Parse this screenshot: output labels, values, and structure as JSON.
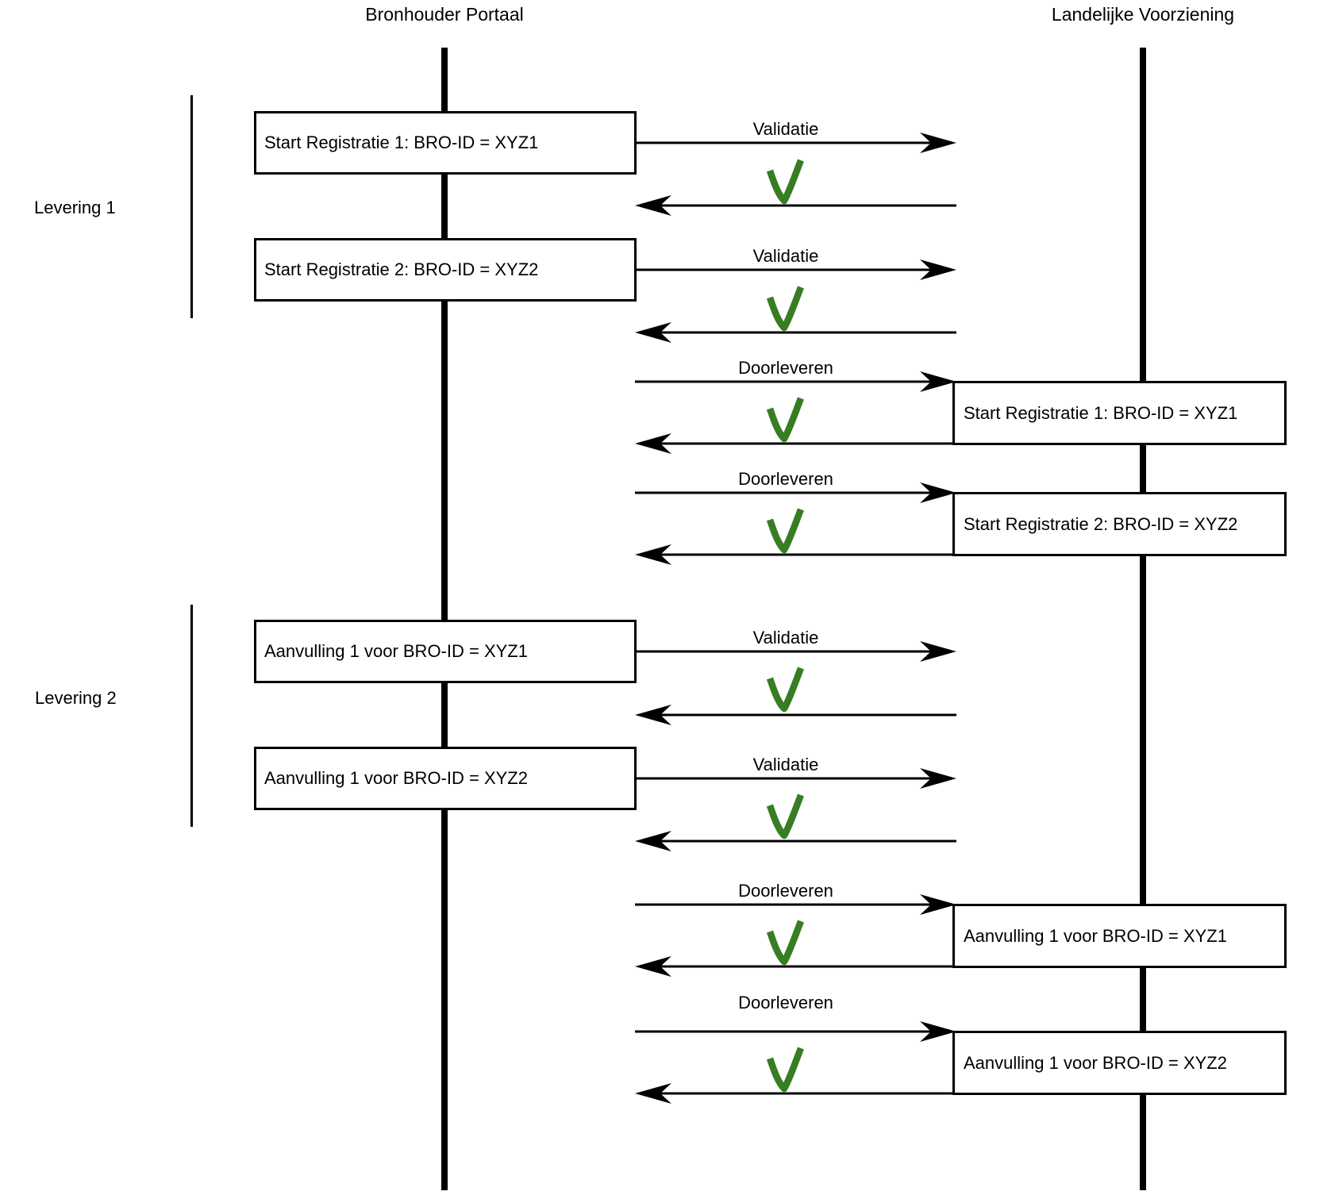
{
  "actors": [
    {
      "name": "Bronhouder Portaal"
    },
    {
      "name": "Landelijke Voorziening"
    }
  ],
  "groups": [
    {
      "label": "Levering 1"
    },
    {
      "label": "Levering 2"
    }
  ],
  "colors": {
    "check_green": "#377d22",
    "ink": "#000000",
    "background": "#ffffff"
  },
  "interactions": [
    {
      "label": "Validatie",
      "box": "Start Registratie 1: BRO-ID = XYZ1",
      "box_side": "bronhouder-portaal",
      "result_icon": "green-checkmark"
    },
    {
      "label": "Validatie",
      "box": "Start Registratie 2: BRO-ID = XYZ2",
      "box_side": "bronhouder-portaal",
      "result_icon": "green-checkmark"
    },
    {
      "label": "Doorleveren",
      "box": "Start Registratie 1: BRO-ID = XYZ1",
      "box_side": "landelijke-voorziening",
      "result_icon": "green-checkmark"
    },
    {
      "label": "Doorleveren",
      "box": "Start Registratie 2: BRO-ID = XYZ2",
      "box_side": "landelijke-voorziening",
      "result_icon": "green-checkmark"
    },
    {
      "label": "Validatie",
      "box": "Aanvulling 1 voor BRO-ID = XYZ1",
      "box_side": "bronhouder-portaal",
      "result_icon": "green-checkmark"
    },
    {
      "label": "Validatie",
      "box": "Aanvulling 1 voor BRO-ID = XYZ2",
      "box_side": "bronhouder-portaal",
      "result_icon": "green-checkmark"
    },
    {
      "label": "Doorleveren",
      "box": "Aanvulling 1 voor BRO-ID = XYZ1",
      "box_side": "landelijke-voorziening",
      "result_icon": "green-checkmark"
    },
    {
      "label": "Doorleveren",
      "box": "Aanvulling 1 voor BRO-ID = XYZ2",
      "box_side": "landelijke-voorziening",
      "result_icon": "green-checkmark"
    }
  ]
}
